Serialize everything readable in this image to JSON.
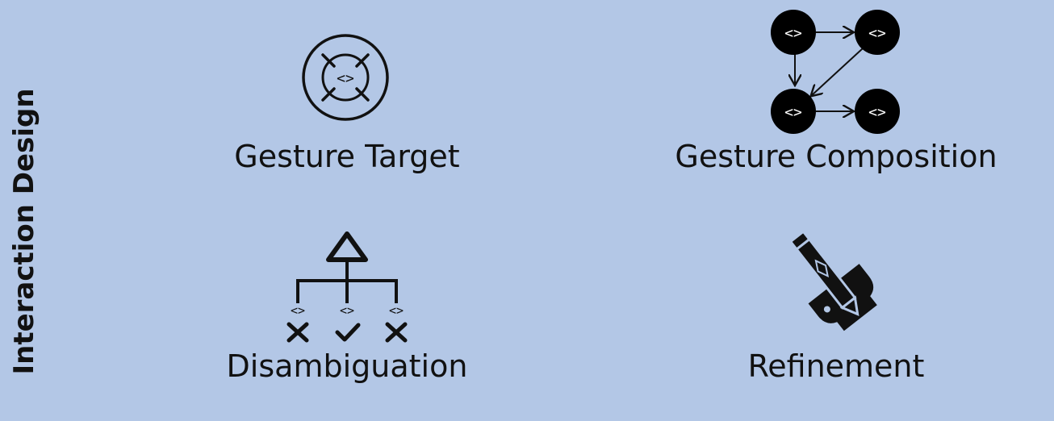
{
  "side_title": "Interaction Design",
  "concepts": [
    {
      "id": "gesture-target",
      "label": "Gesture Target",
      "icon": "crosshair-target-icon"
    },
    {
      "id": "gesture-composition",
      "label": "Gesture Composition",
      "icon": "node-graph-icon"
    },
    {
      "id": "disambiguation",
      "label": "Disambiguation",
      "icon": "decision-tree-icon"
    },
    {
      "id": "refinement",
      "label": "Refinement",
      "icon": "pencil-sharpener-icon"
    }
  ],
  "node_glyph": "<>",
  "colors": {
    "background": "#b3c7e6",
    "ink": "#111111",
    "node_fill": "#000000",
    "node_glyph": "#ffffff"
  }
}
